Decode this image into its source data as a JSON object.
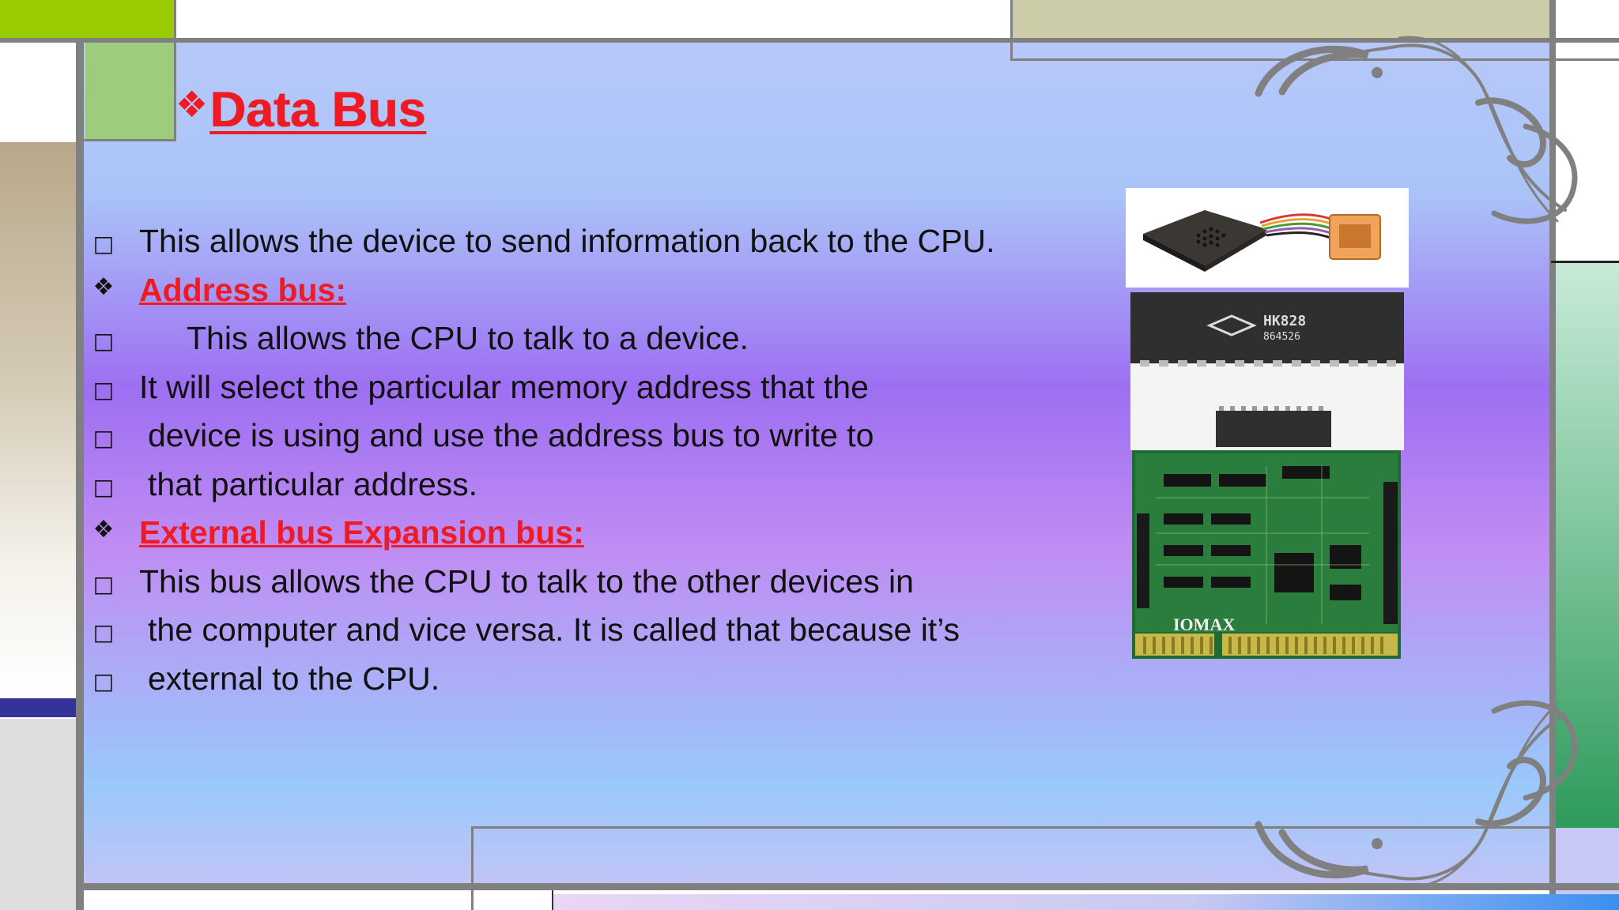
{
  "slide": {
    "title_marker": "❖",
    "title": "Data Bus",
    "bullets": [
      {
        "marker": "□",
        "text": "This allows the device to send information back to the CPU.",
        "heading": false,
        "indent": 60
      },
      {
        "marker": "❖",
        "text": "Address bus:",
        "heading": true,
        "indent": 60
      },
      {
        "marker": "□",
        "text": "This allows the CPU to talk to a device.",
        "heading": false,
        "indent": 120
      },
      {
        "marker": "□",
        "text": "It will select the particular memory address that the",
        "heading": false,
        "indent": 60
      },
      {
        "marker": "□",
        "text": "device is using and use the address bus to write to",
        "heading": false,
        "indent": 71
      },
      {
        "marker": "□",
        "text": "that particular address.",
        "heading": false,
        "indent": 71
      },
      {
        "marker": "❖",
        "text": "External bus Expansion bus:",
        "heading": true,
        "indent": 60
      },
      {
        "marker": "□",
        "text": "This bus allows the CPU to talk to the other devices in",
        "heading": false,
        "indent": 60
      },
      {
        "marker": "□",
        "text": "the computer and vice versa. It is called that because it’s",
        "heading": false,
        "indent": 71
      },
      {
        "marker": "□",
        "text": "external to the CPU.",
        "heading": false,
        "indent": 71
      }
    ],
    "images": {
      "chip_label_1": "HK828",
      "chip_label_2": "864526",
      "card_brand": "IOMAX"
    }
  },
  "colors": {
    "heading_red": "#ee1b24",
    "frame_gray": "#808080",
    "accent_green": "#99cc00",
    "accent_tan": "#cccca8",
    "accent_navy": "#333399"
  }
}
